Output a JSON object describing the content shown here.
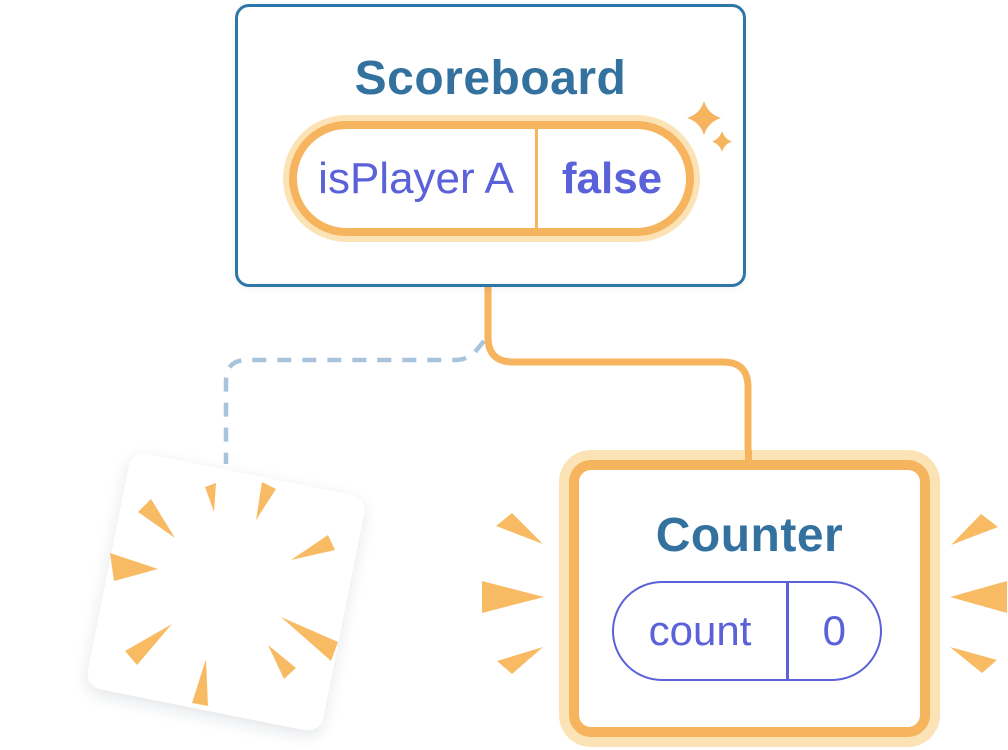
{
  "illustration": {
    "description": "React component tree state diagram: Scoreboard keeps state while old Counter is destroyed and a new Counter is created",
    "background": "#FFFFFF",
    "colors": {
      "card_border_blue": "#2E76A8",
      "title_blue": "#33719E",
      "accent_orange": "#F6B45F",
      "accent_orange_soft": "#FCE3B5",
      "wedge_orange": "#F8BB64",
      "state_purple": "#5A61D9",
      "dashed_line_blue": "#A7C4DC",
      "card_white": "#FFFFFF"
    }
  },
  "scoreboard": {
    "title": "Scoreboard",
    "state_pill": {
      "name": "isPlayer A",
      "value": "false"
    },
    "icons": [
      "sparkle-icon",
      "sparkle-icon"
    ]
  },
  "counter": {
    "title": "Counter",
    "state_pill": {
      "name": "count",
      "value": "0"
    },
    "icons": [
      "emphasis-wedges-left",
      "emphasis-wedges-right"
    ]
  },
  "connectors": {
    "old_branch": {
      "style": "dashed",
      "color": "#A7C4DC",
      "target": "destroyed-component"
    },
    "new_branch": {
      "style": "solid",
      "color": "#F6B45F",
      "target": "counter"
    }
  },
  "destroyed_component": {
    "icon": "burst-icon",
    "shape": "tilted-card"
  }
}
